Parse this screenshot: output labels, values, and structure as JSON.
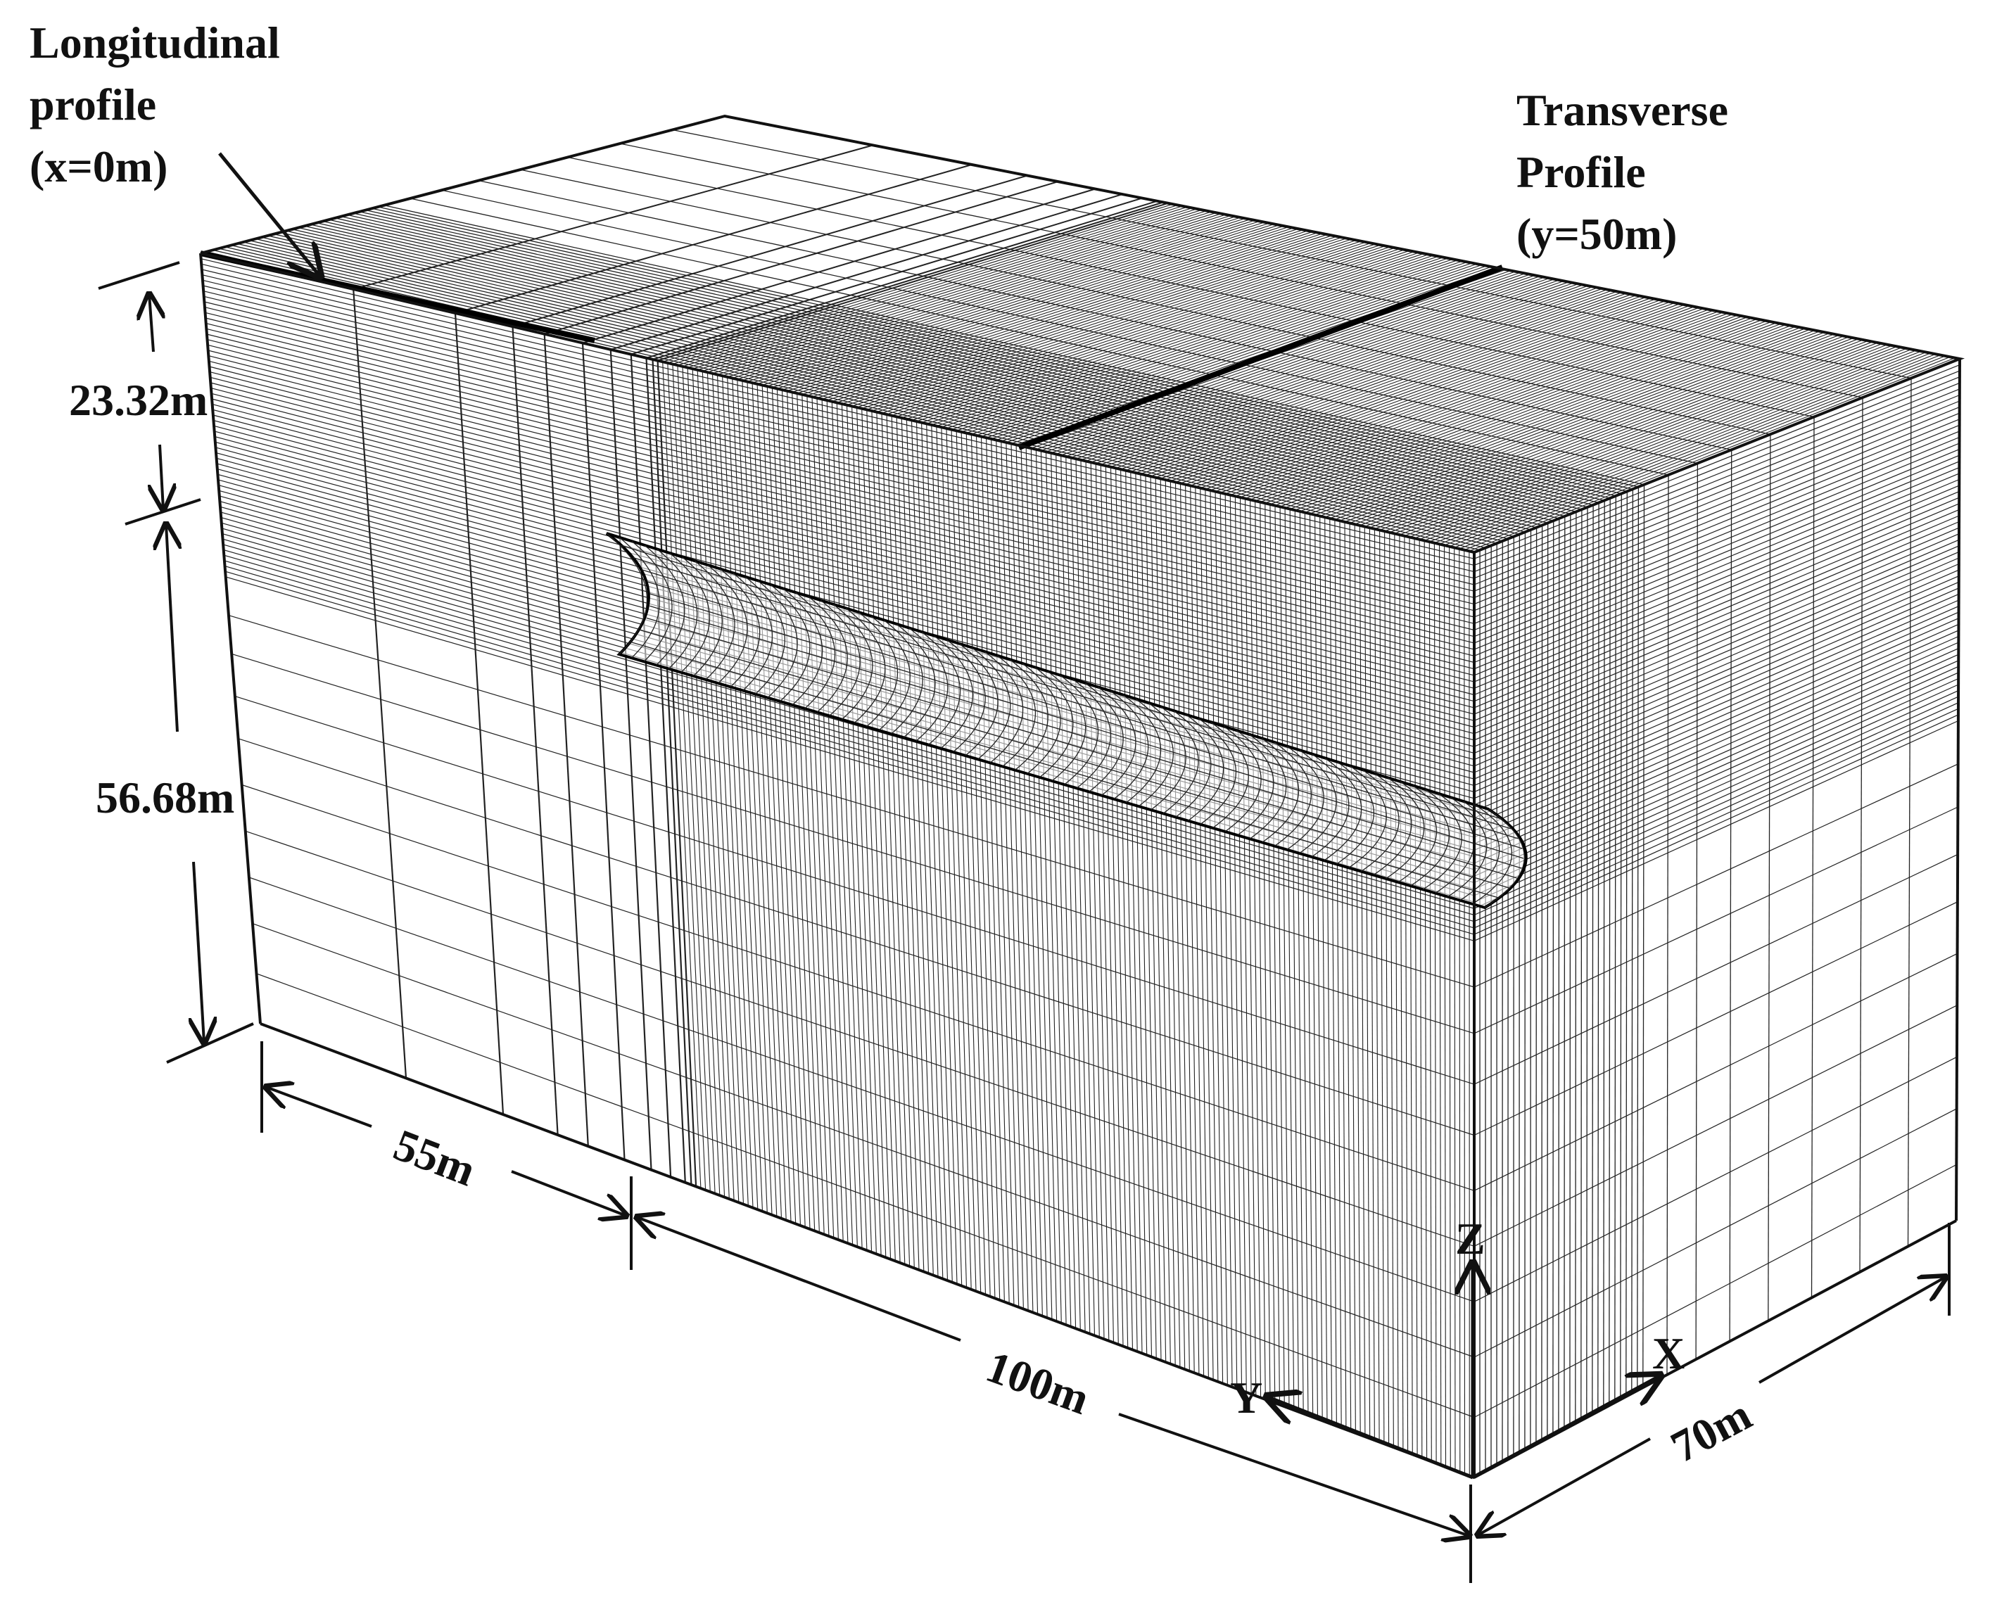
{
  "annotations": {
    "longitudinal": [
      "Longitudinal",
      "profile",
      "(x=0m)"
    ],
    "transverse": [
      "Transverse",
      "Profile",
      "(y=50m)"
    ]
  },
  "dimensions": {
    "overburden": "23.32m",
    "below_tunnel": "56.68m",
    "left_length": "55m",
    "main_length": "100m",
    "width": "70m"
  },
  "axes": {
    "z": "Z",
    "x": "X",
    "y": "Y"
  },
  "colors": {
    "ink": "#111111",
    "mesh": "#222222",
    "mesh_light": "#b8b8b8",
    "background": "#ffffff"
  }
}
